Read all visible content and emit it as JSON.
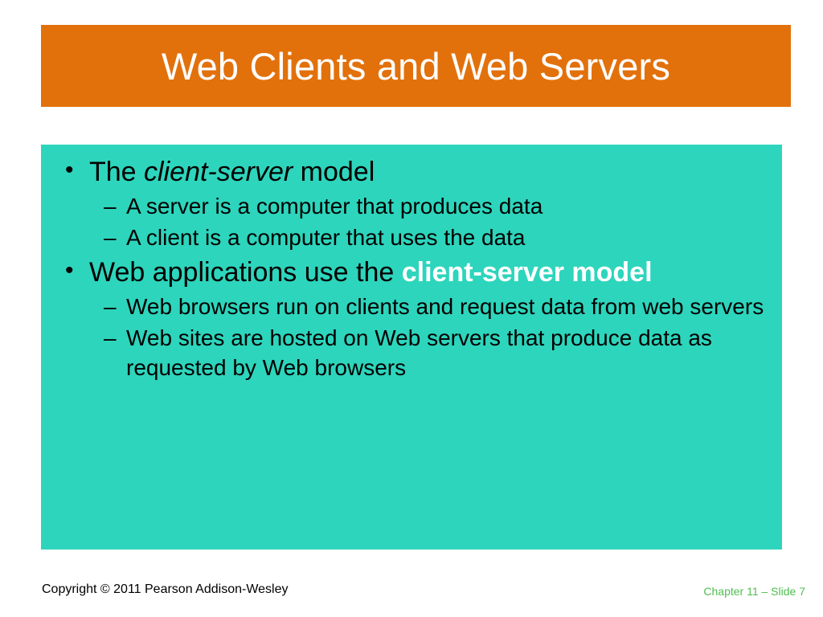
{
  "slide": {
    "title": "Web Clients and Web Servers",
    "colors": {
      "title_banner_bg": "#E2710C",
      "title_text": "#FFFFFF",
      "content_box_bg": "#2DD5BC",
      "body_text": "#000000",
      "emphasis_text": "#FFFFFF",
      "footer_right_text": "#4FBE4F",
      "slide_bg": "#FFFFFF"
    }
  },
  "content": {
    "bullet_marker": "•",
    "sub_marker": "–",
    "items": [
      {
        "level": 1,
        "parts": [
          {
            "text": "The ",
            "style": "normal"
          },
          {
            "text": "client-server",
            "style": "italic"
          },
          {
            "text": " model",
            "style": "normal"
          }
        ],
        "plain": "The client-server model"
      },
      {
        "level": 2,
        "parts": [
          {
            "text": "A server is a computer that produces data",
            "style": "normal"
          }
        ],
        "plain": "A server is a computer that produces data"
      },
      {
        "level": 2,
        "parts": [
          {
            "text": "A client is a computer that uses the data",
            "style": "normal"
          }
        ],
        "plain": "A client is a computer that uses the data"
      },
      {
        "level": 1,
        "parts": [
          {
            "text": "Web applications use the ",
            "style": "normal"
          },
          {
            "text": "client-server model",
            "style": "bold-white"
          }
        ],
        "plain": "Web applications use the client-server model"
      },
      {
        "level": 2,
        "parts": [
          {
            "text": "Web browsers run on clients and request data from web servers",
            "style": "normal"
          }
        ],
        "plain": "Web browsers run on clients and request data from web servers"
      },
      {
        "level": 2,
        "parts": [
          {
            "text": "Web sites are hosted on Web servers that produce data as requested by Web browsers",
            "style": "normal"
          }
        ],
        "plain": "Web sites are hosted on Web servers that produce data as requested by Web browsers"
      }
    ]
  },
  "footer": {
    "copyright": "Copyright © 2011 Pearson Addison-Wesley",
    "chapter_slide": "Chapter 11 – Slide 7"
  }
}
